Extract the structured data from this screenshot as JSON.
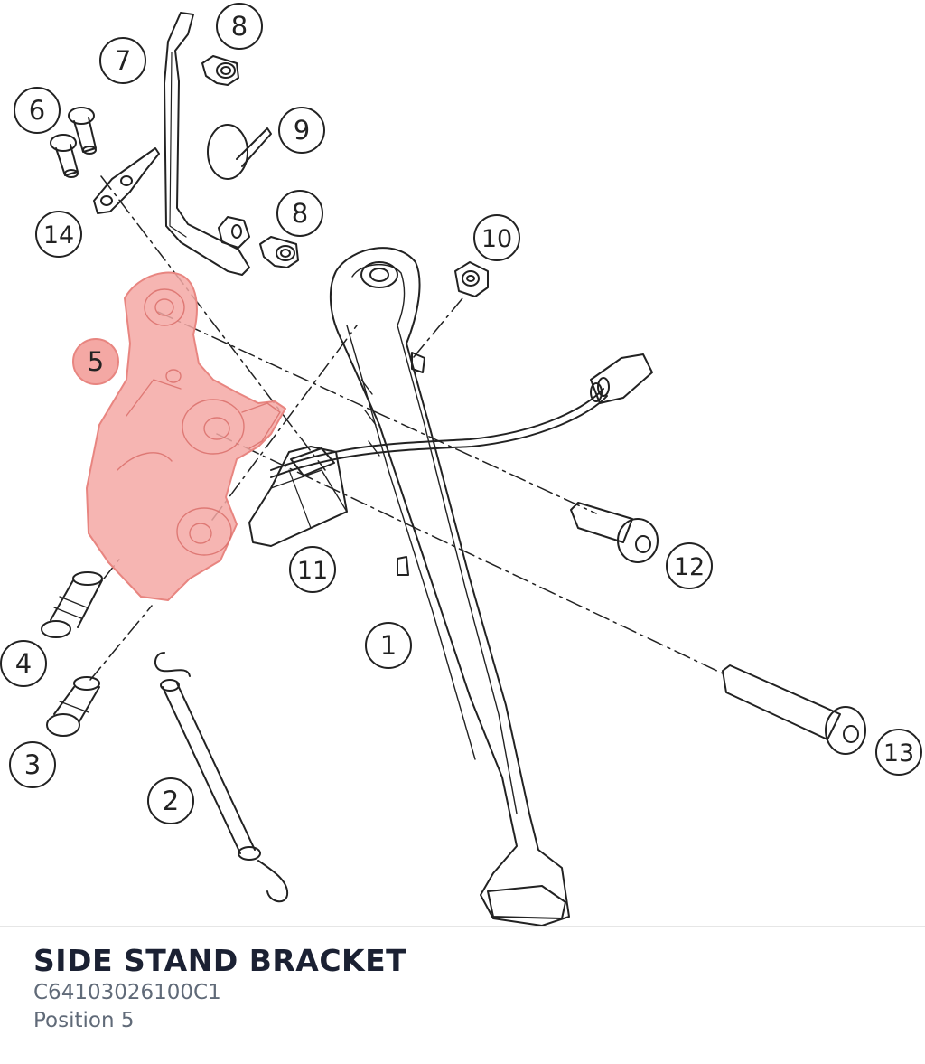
{
  "part": {
    "title": "SIDE STAND BRACKET",
    "number": "C64103026100C1",
    "position": "Position 5"
  },
  "colors": {
    "highlight_fill": "#f4a8a4",
    "highlight_stroke": "#e88580",
    "line": "#222222"
  },
  "callouts": [
    "1",
    "2",
    "3",
    "4",
    "5",
    "6",
    "7",
    "8",
    "8",
    "9",
    "10",
    "11",
    "12",
    "13",
    "14"
  ]
}
